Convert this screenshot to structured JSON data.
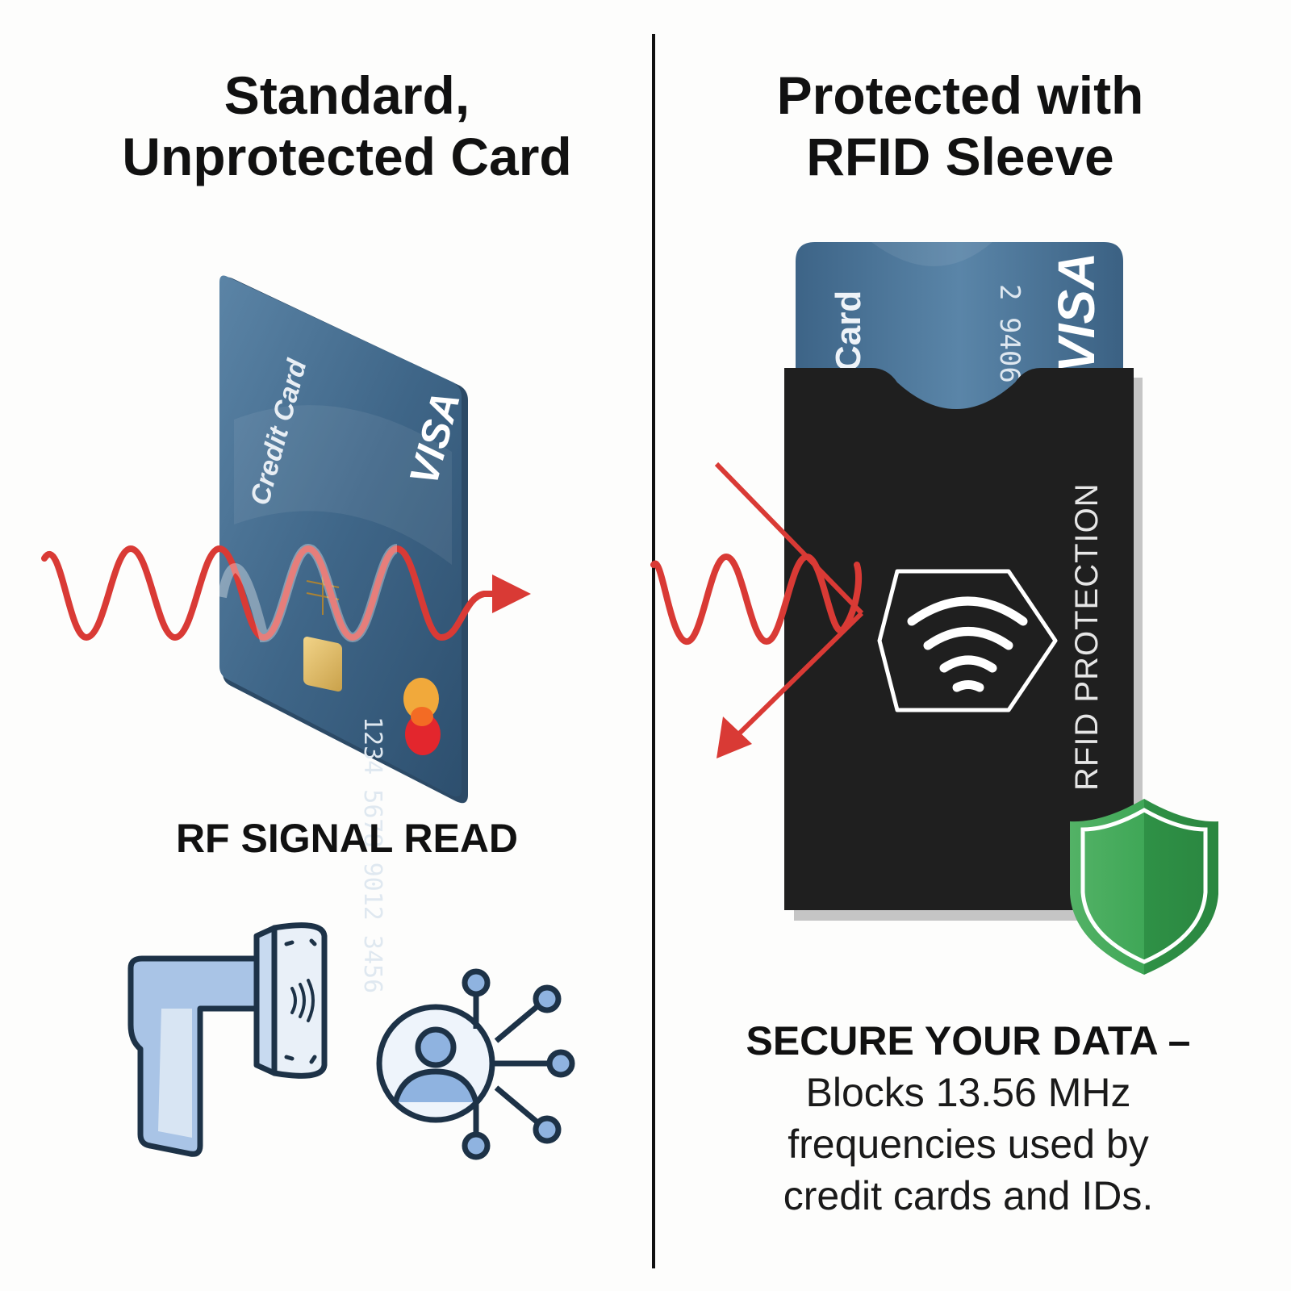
{
  "left_panel": {
    "title_line1": "Standard,",
    "title_line2": "Unprotected Card",
    "card": {
      "brand_text": "Credit Card",
      "number_text": "1234 5678 9012 3456",
      "network": "VISA"
    },
    "caption": "RF SIGNAL READ",
    "icons": [
      "rfid-scanner-icon",
      "person-network-icon"
    ]
  },
  "right_panel": {
    "title_line1": "Protected with",
    "title_line2": "RFID Sleeve",
    "card": {
      "brand_text": "Card",
      "number_text": "2 9406",
      "network": "VISA"
    },
    "sleeve_label": "RFID PROTECTION",
    "icons": [
      "rfid-hexagon-icon",
      "shield-icon"
    ],
    "caption_head": "SECURE YOUR DATA –",
    "caption_line1": "Blocks 13.56 MHz",
    "caption_line2": "frequencies used by",
    "caption_line3": "credit cards and IDs."
  },
  "colors": {
    "signal": "#d93a35",
    "card_blue": "#3f6688",
    "sleeve": "#1e1e1e",
    "shield": "#2f9a4a"
  }
}
